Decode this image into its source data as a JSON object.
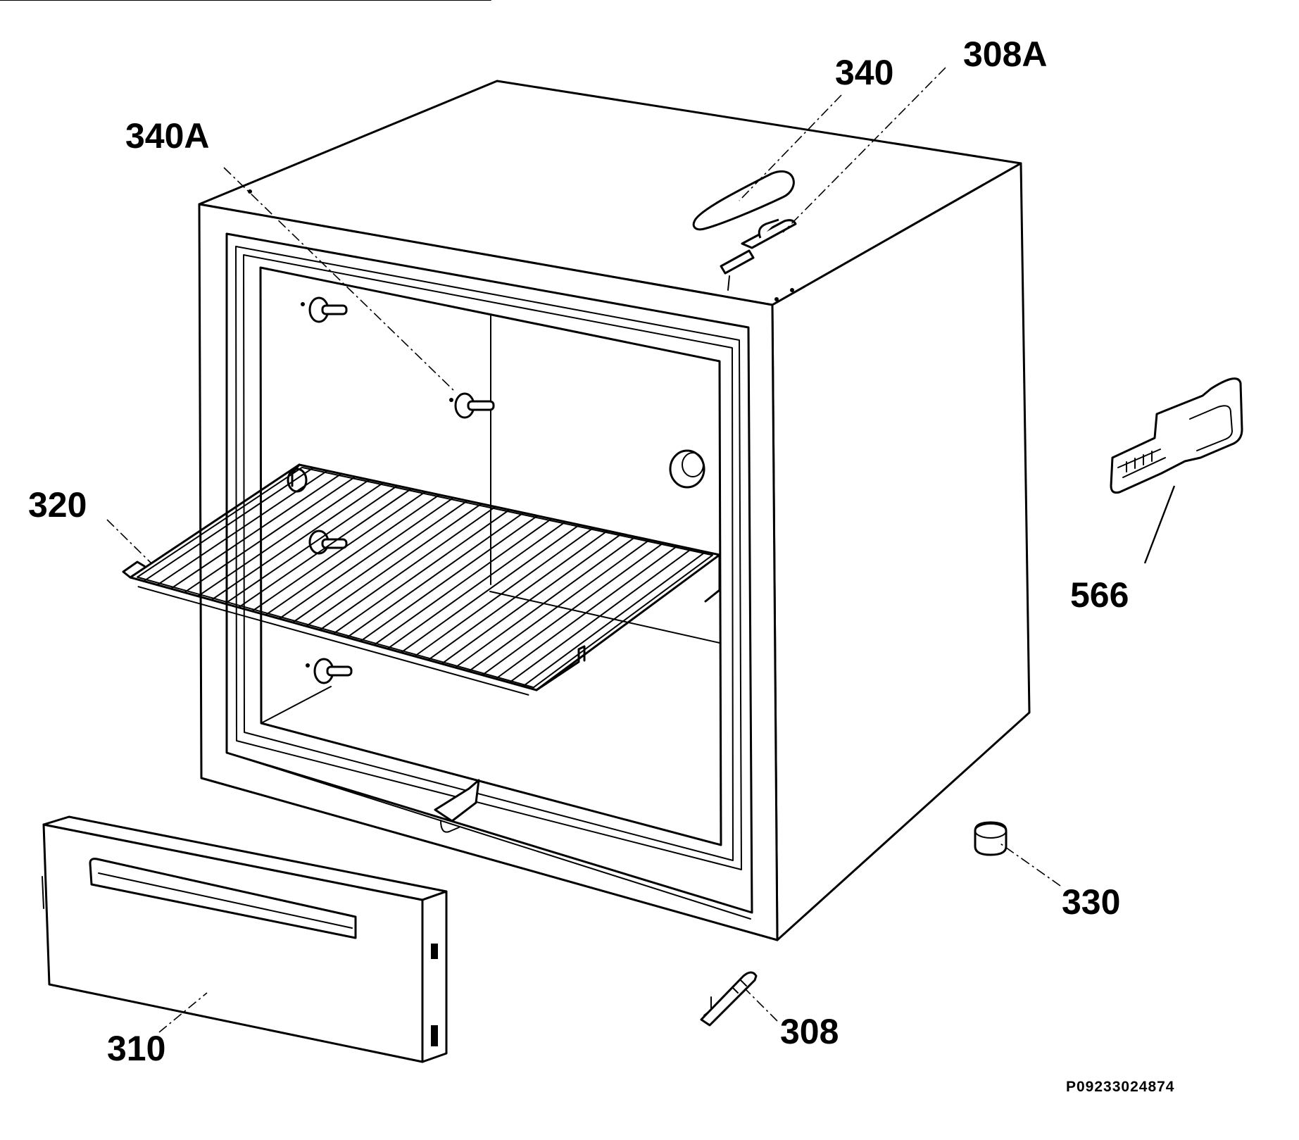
{
  "labels": {
    "l340": "340",
    "l308A": "308A",
    "l340A": "340A",
    "l320": "320",
    "l566": "566",
    "l330": "330",
    "l308": "308",
    "l310": "310"
  },
  "drawing_code": "P09233024874"
}
